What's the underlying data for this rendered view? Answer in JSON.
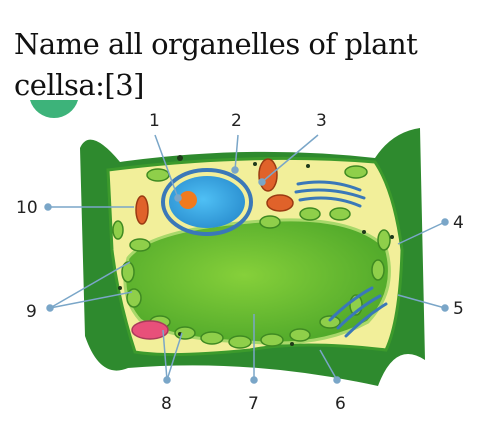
{
  "question": {
    "line1": "Name all organelles of plant",
    "line2": "cellsa:[3]"
  },
  "labels": [
    "1",
    "2",
    "3",
    "4",
    "5",
    "6",
    "7",
    "8",
    "9",
    "10"
  ],
  "colors": {
    "cell_wall": "#2e8a2e",
    "cytoplasm": "#f2ef9a",
    "vacuole": "#6fc02e",
    "nucleus": "#3aa6e0",
    "nucleolus": "#f07a1e",
    "mitochondria": "#e0622a",
    "chloroplast": "#8fcf4a",
    "golgi": "#3a78b8",
    "pointer": "#7aa6c8"
  }
}
